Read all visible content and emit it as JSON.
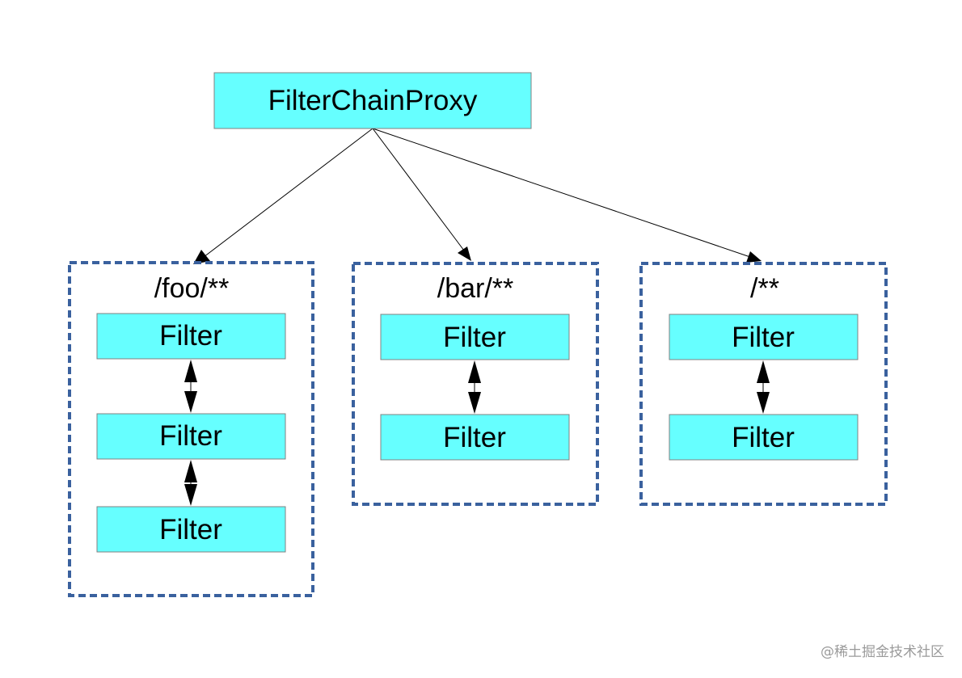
{
  "root": {
    "label": "FilterChainProxy"
  },
  "chains": [
    {
      "pattern": "/foo/**",
      "filters": [
        "Filter",
        "Filter",
        "Filter"
      ]
    },
    {
      "pattern": "/bar/**",
      "filters": [
        "Filter",
        "Filter"
      ]
    },
    {
      "pattern": "/**",
      "filters": [
        "Filter",
        "Filter"
      ]
    }
  ],
  "watermark": "@稀土掘金技术社区",
  "colors": {
    "node_fill": "#66ffff",
    "group_border": "#3a619e"
  }
}
